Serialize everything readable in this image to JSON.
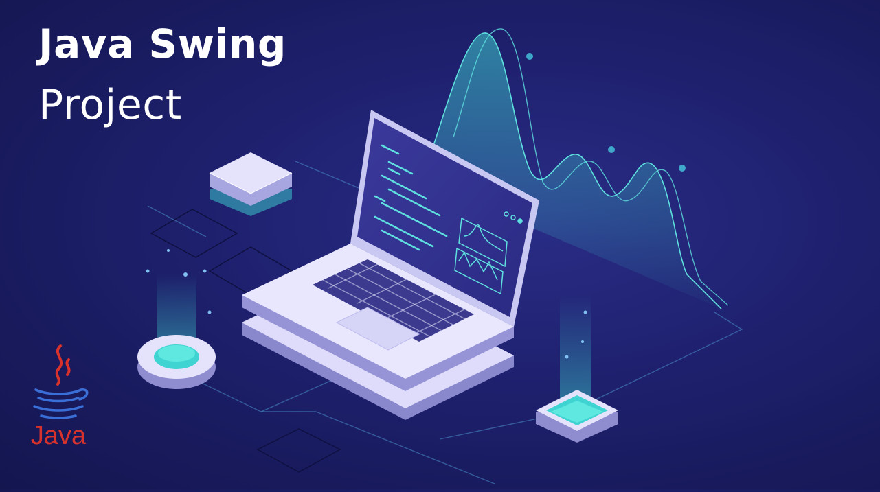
{
  "banner": {
    "title": "Java Swing",
    "subtitle": "Project"
  },
  "logo": {
    "wordmark": "Java",
    "icon": "java-coffee-cup-icon",
    "color": "#d8322c"
  },
  "colors": {
    "background": "#1f2170",
    "accent": "#3fd3d1",
    "laptop": "#c9c8f3"
  }
}
